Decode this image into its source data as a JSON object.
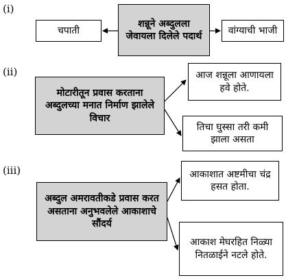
{
  "sections": [
    {
      "label": "(i)",
      "center": "शन्नूने अब्दुलला जेवायला दिलेले पदार्थ",
      "left": "चपाती",
      "right": "वांग्याची भाजी"
    },
    {
      "label": "(ii)",
      "center": "मोटारीतून प्रवास करताना अब्दुलच्या मनात निर्माण झालेले विचार",
      "outputs": [
        "आज शन्नूला आणायला हवे होते.",
        "तिचा घुस्सा तरी कमी झाला असता"
      ]
    },
    {
      "label": "(iii)",
      "center": "अब्दुल अमरावतीकडे प्रवास करत असताना अनुभवलेले आकाशाचे सौंदर्य",
      "outputs": [
        "आकाशात अष्टमीचा चंद्र हसत होता.",
        "आकाश मेघरहित निळ्या नितळाईने नटले होते."
      ]
    }
  ]
}
